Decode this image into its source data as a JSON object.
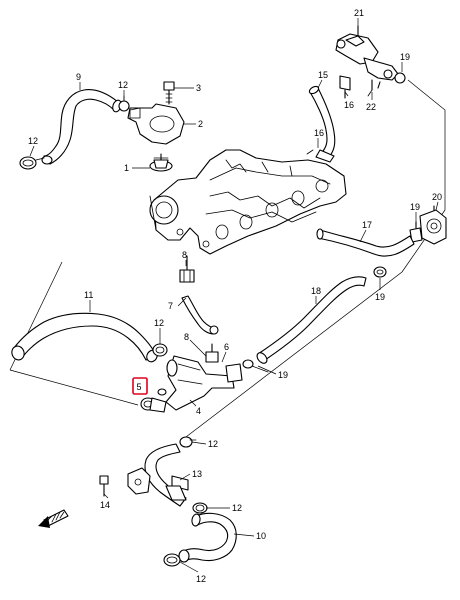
{
  "callouts": {
    "c21": "21",
    "c19a": "19",
    "c15": "15",
    "c16a": "16",
    "c22": "22",
    "c16b": "16",
    "c9": "9",
    "c12a": "12",
    "c3": "3",
    "c2": "2",
    "c12b": "12",
    "c1": "1",
    "c20": "20",
    "c19b": "19",
    "c17": "17",
    "c19c": "19",
    "c8a": "8",
    "c18": "18",
    "c11": "11",
    "c7": "7",
    "c12c": "12",
    "c8b": "8",
    "c6": "6",
    "c19d": "19",
    "c5": "5",
    "c4": "4",
    "c12d": "12",
    "c13": "13",
    "c14": "14",
    "c12e": "12",
    "c10": "10",
    "c12f": "12"
  },
  "selected_callout": "5",
  "highlight_color": "#e0001b"
}
